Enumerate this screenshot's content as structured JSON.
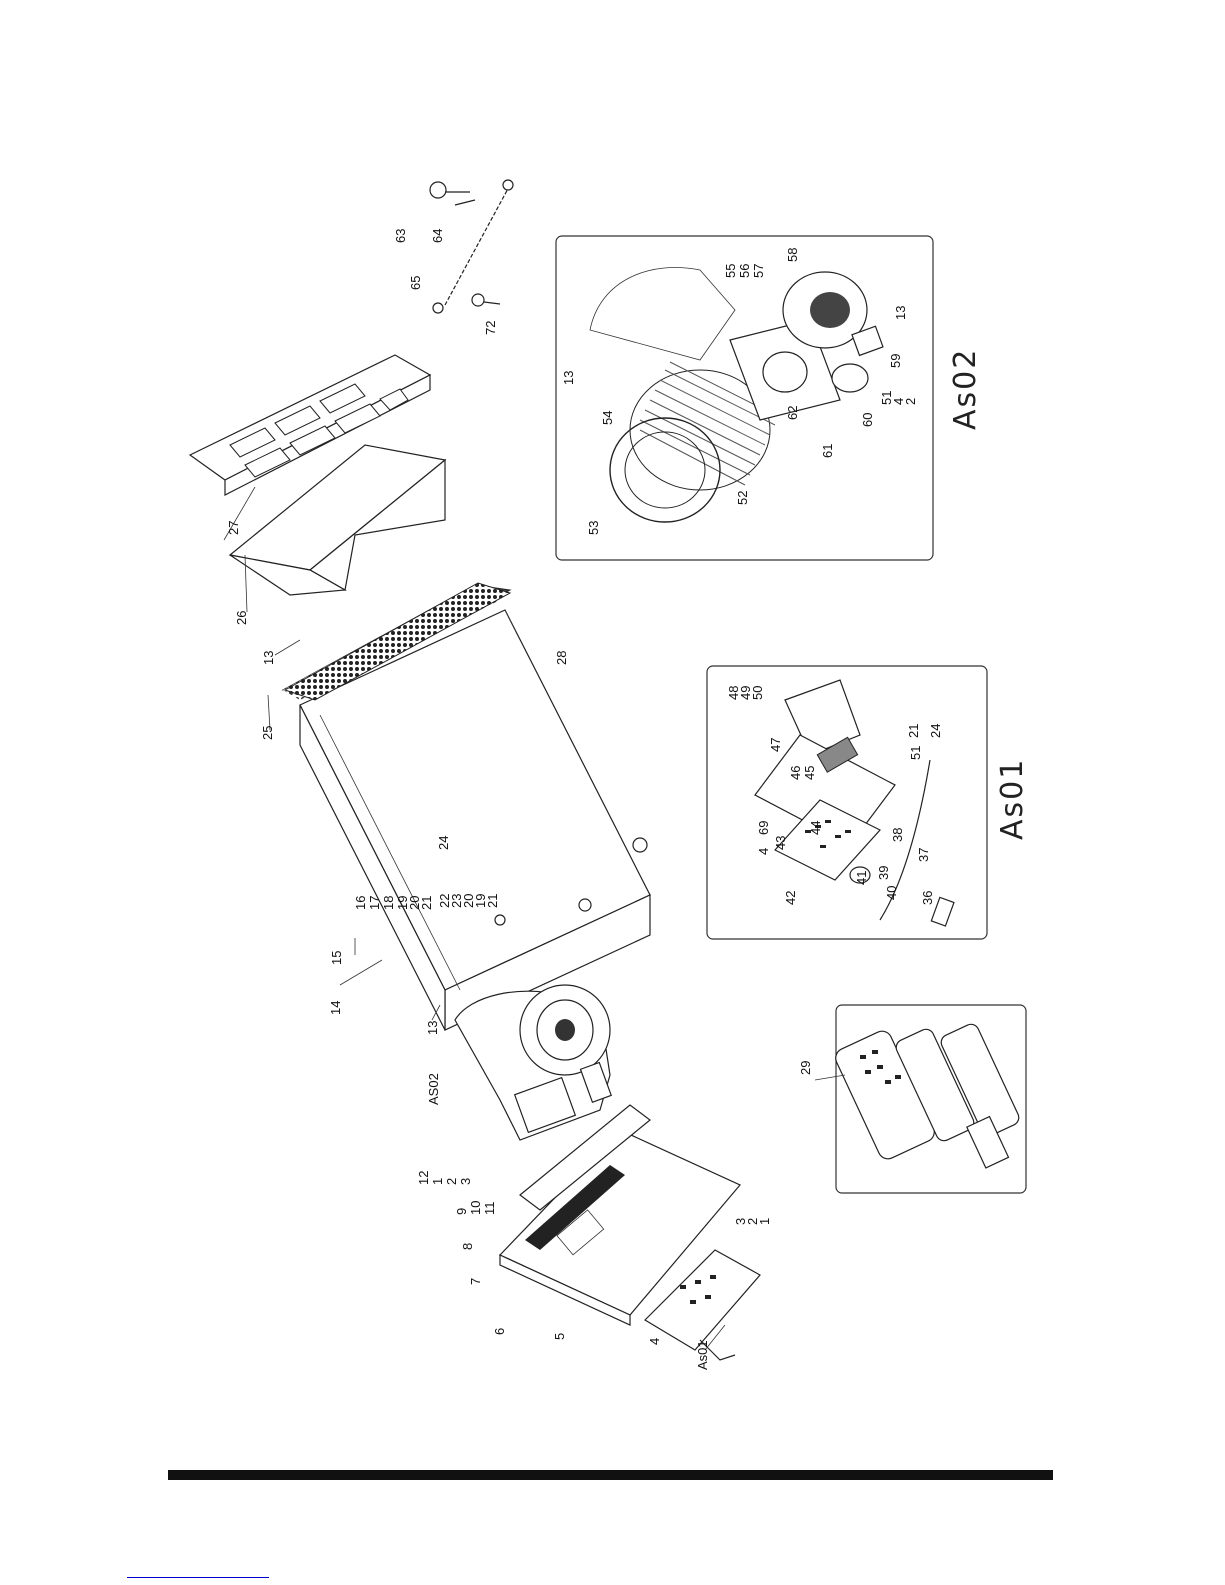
{
  "diagram": {
    "part_labels": {
      "p1": "1",
      "p2": "2",
      "p3": "3",
      "p4": "4",
      "p5": "5",
      "p6": "6",
      "p7": "7",
      "p8": "8",
      "p9": "9",
      "p10": "10",
      "p11": "11",
      "p12": "12",
      "p13": "13",
      "p14": "14",
      "p15": "15",
      "p16": "16",
      "p17": "17",
      "p18": "18",
      "p19": "19",
      "p20": "20",
      "p21": "21",
      "p22": "22",
      "p23": "23",
      "p24": "24",
      "p25": "25",
      "p26": "26",
      "p27": "27",
      "p28": "28",
      "p29": "29",
      "p36": "36",
      "p37": "37",
      "p38": "38",
      "p39": "39",
      "p40": "40",
      "p41": "41",
      "p42": "42",
      "p43": "43",
      "p44": "44",
      "p45": "45",
      "p46": "46",
      "p47": "47",
      "p48": "48",
      "p49": "49",
      "p50": "50",
      "p51": "51",
      "p52": "52",
      "p53": "53",
      "p54": "54",
      "p55": "55",
      "p56": "56",
      "p57": "57",
      "p58": "58",
      "p59": "59",
      "p60": "60",
      "p61": "61",
      "p62": "62",
      "p63": "63",
      "p64": "64",
      "p65": "65",
      "p69": "69",
      "p72": "72"
    },
    "assemblies": {
      "as01_title": "As01",
      "as02_title": "As02",
      "as01_ref": "As01",
      "as02_ref": "AS02"
    }
  }
}
